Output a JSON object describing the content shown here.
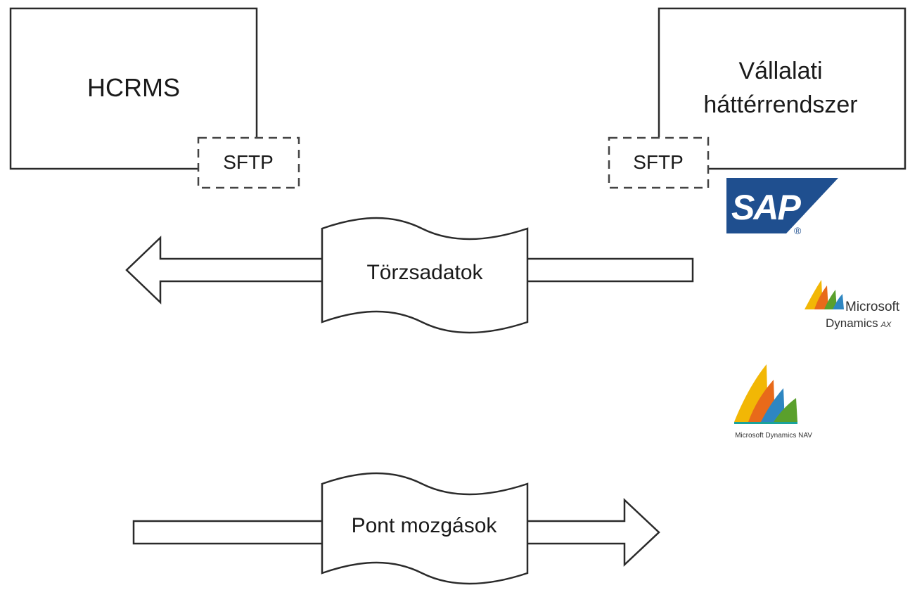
{
  "systems": {
    "left": {
      "title": "HCRMS",
      "port_label": "SFTP"
    },
    "right": {
      "title_line1": "Vállalati",
      "title_line2": "háttérrendszer",
      "port_label": "SFTP"
    }
  },
  "flows": {
    "master_data": {
      "label": "Törzsadatok",
      "direction": "right-to-left"
    },
    "point_movements": {
      "label": "Pont mozgások",
      "direction": "left-to-right"
    }
  },
  "logos": {
    "sap": {
      "text": "SAP",
      "mark": "®",
      "color": "#1f4f8f"
    },
    "dynamics_ax": {
      "line1": "Microsoft",
      "line2": "Dynamics",
      "suffix": "AX"
    },
    "dynamics_nav": {
      "caption": "Microsoft Dynamics NAV"
    }
  },
  "colors": {
    "stroke": "#2a2a2a",
    "dashed": "#444444",
    "sap_blue": "#1f4f8f",
    "ms_yellow": "#f2b705",
    "ms_orange": "#e86a1a",
    "ms_green": "#5aa02c",
    "ms_blue": "#2e86c1",
    "ms_teal": "#1aa39b"
  }
}
